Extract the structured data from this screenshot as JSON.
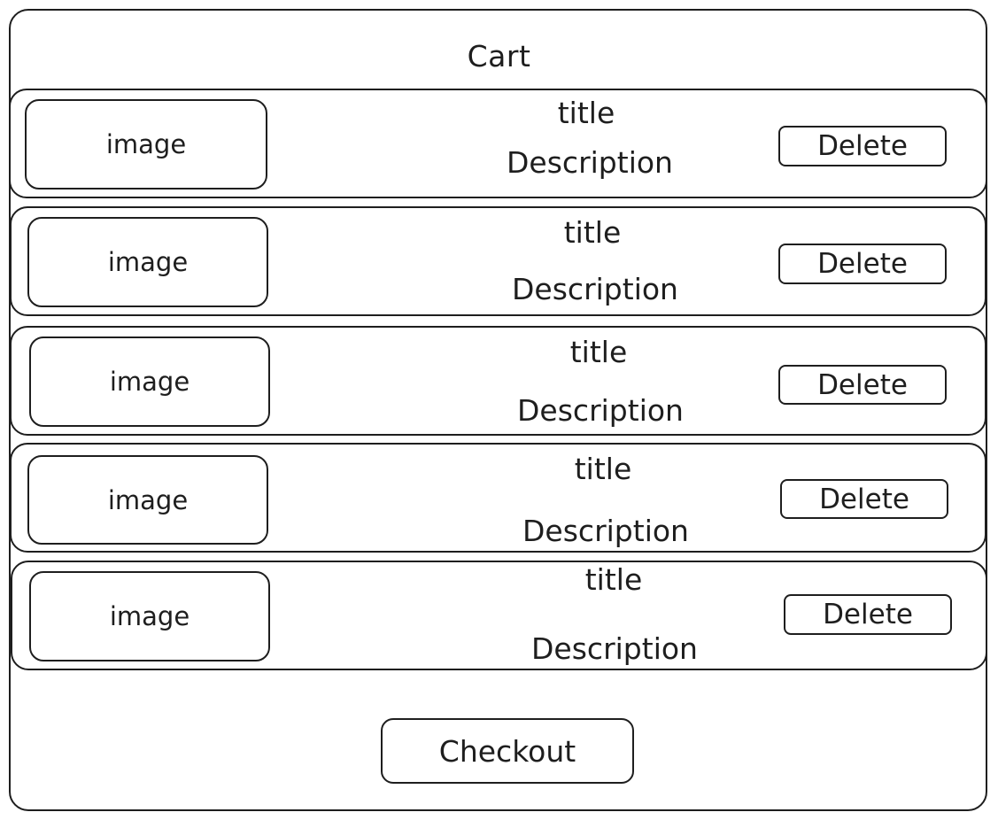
{
  "cart": {
    "title": "Cart",
    "items": [
      {
        "image_label": "image",
        "title": "title",
        "description": "Description",
        "delete_label": "Delete"
      },
      {
        "image_label": "image",
        "title": "title",
        "description": "Description",
        "delete_label": "Delete"
      },
      {
        "image_label": "image",
        "title": "title",
        "description": "Description",
        "delete_label": "Delete"
      },
      {
        "image_label": "image",
        "title": "title",
        "description": "Description",
        "delete_label": "Delete"
      },
      {
        "image_label": "image",
        "title": "title",
        "description": "Description",
        "delete_label": "Delete"
      }
    ],
    "checkout_label": "Checkout"
  },
  "colors": {
    "stroke": "#1e1e1e",
    "background": "#ffffff"
  }
}
